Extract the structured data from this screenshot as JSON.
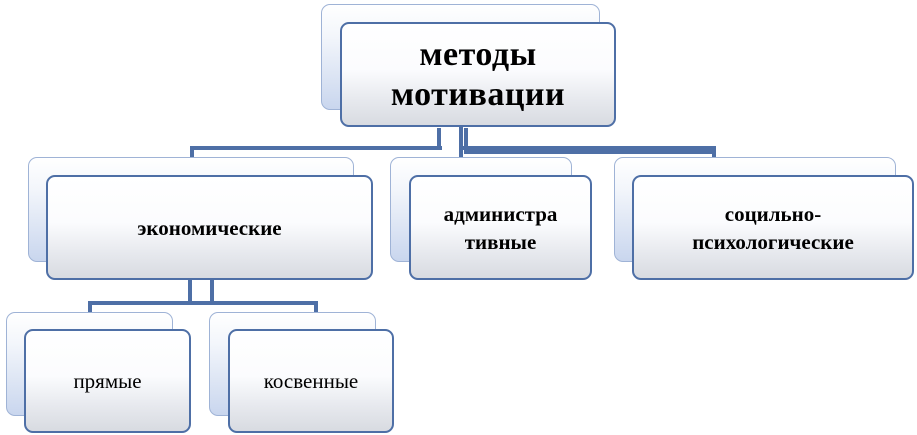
{
  "diagram": {
    "root": {
      "label_line1": "методы",
      "label_line2": "мотивации"
    },
    "economic": {
      "label": "экономические"
    },
    "administrative": {
      "label_line1": "администра",
      "label_line2": "тивные"
    },
    "socio": {
      "label_line1": "социльно-",
      "label_line2": "психологические"
    },
    "direct": {
      "label": "прямые"
    },
    "indirect": {
      "label": "косвенные"
    }
  },
  "colors": {
    "box_border": "#4e6fa6",
    "back_border": "#9fb3d6",
    "connector": "#4e6fa6",
    "text": "#000000"
  }
}
